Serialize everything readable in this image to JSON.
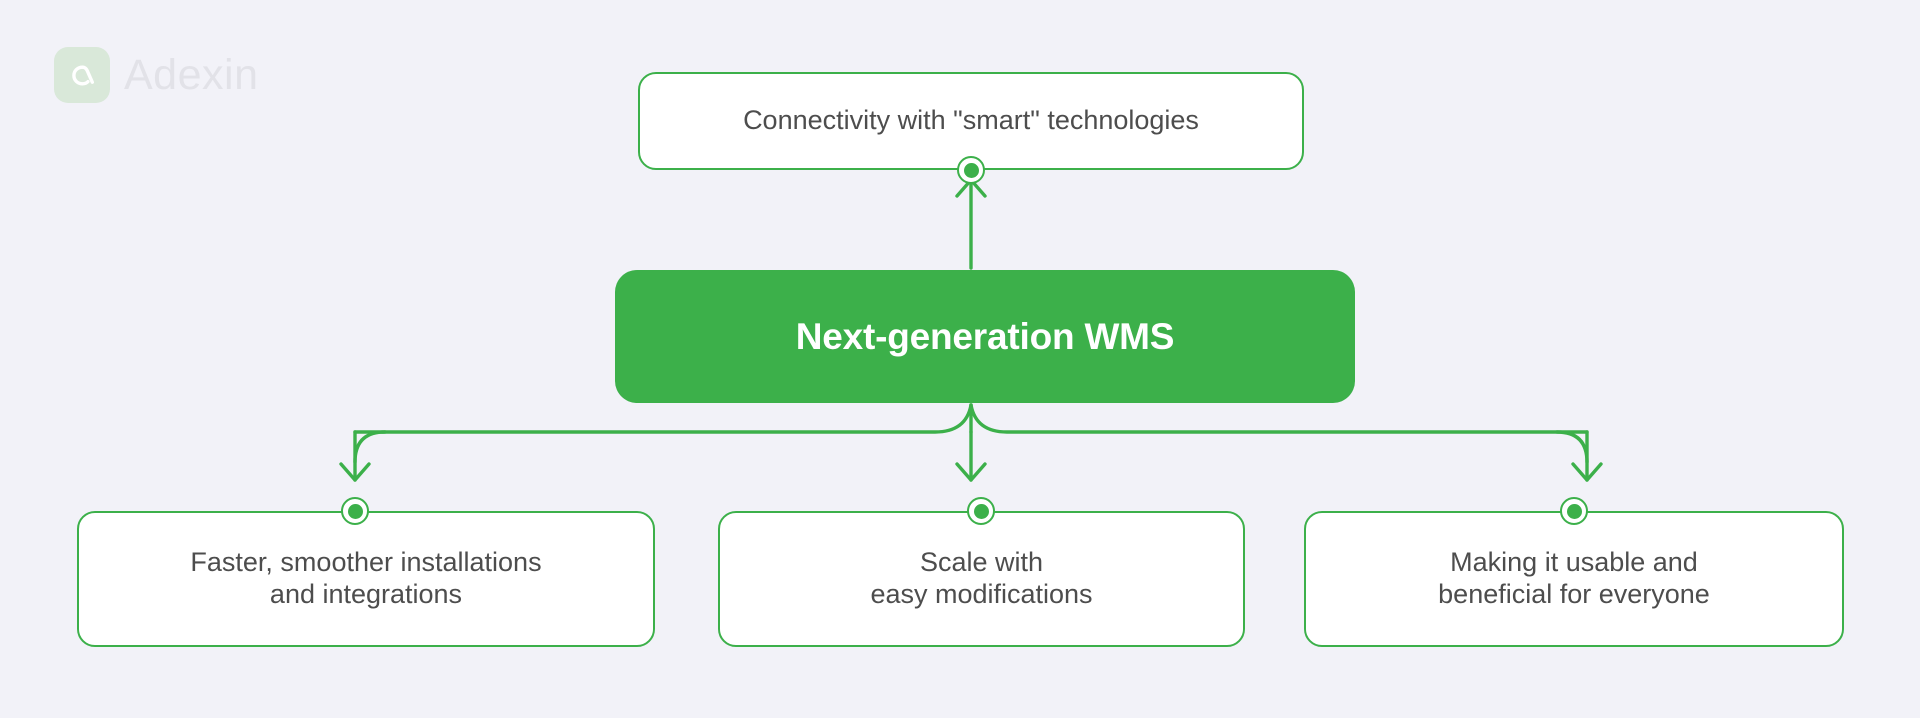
{
  "brand": {
    "name": "Adexin",
    "mark_icon": "adexin-a-logomark",
    "mark_color": "#d9e8d9",
    "word_color": "#e2e2e8"
  },
  "theme": {
    "background": "#f2f2f8",
    "accent": "#3cb04a",
    "box_fill": "#ffffff",
    "text": "#4d4d4d",
    "primary_text": "#ffffff"
  },
  "diagram": {
    "type": "hub-and-spoke",
    "center": {
      "id": "next-generation-wms",
      "label": "Next-generation WMS",
      "style": "filled"
    },
    "nodes": [
      {
        "id": "connectivity",
        "label": "Connectivity with \"smart\" technologies",
        "position": "top",
        "style": "outlined",
        "direction": "up"
      },
      {
        "id": "installations",
        "label": "Faster, smoother installations\nand integrations",
        "position": "bottom-left",
        "style": "outlined",
        "direction": "down"
      },
      {
        "id": "scale",
        "label": "Scale with\neasy modifications",
        "position": "bottom-center",
        "style": "outlined",
        "direction": "down"
      },
      {
        "id": "usable",
        "label": "Making it usable and\nbeneficial for everyone",
        "position": "bottom-right",
        "style": "outlined",
        "direction": "down"
      }
    ],
    "connector_icon": "ring-node-dot",
    "arrow_icon": "arrowhead"
  }
}
